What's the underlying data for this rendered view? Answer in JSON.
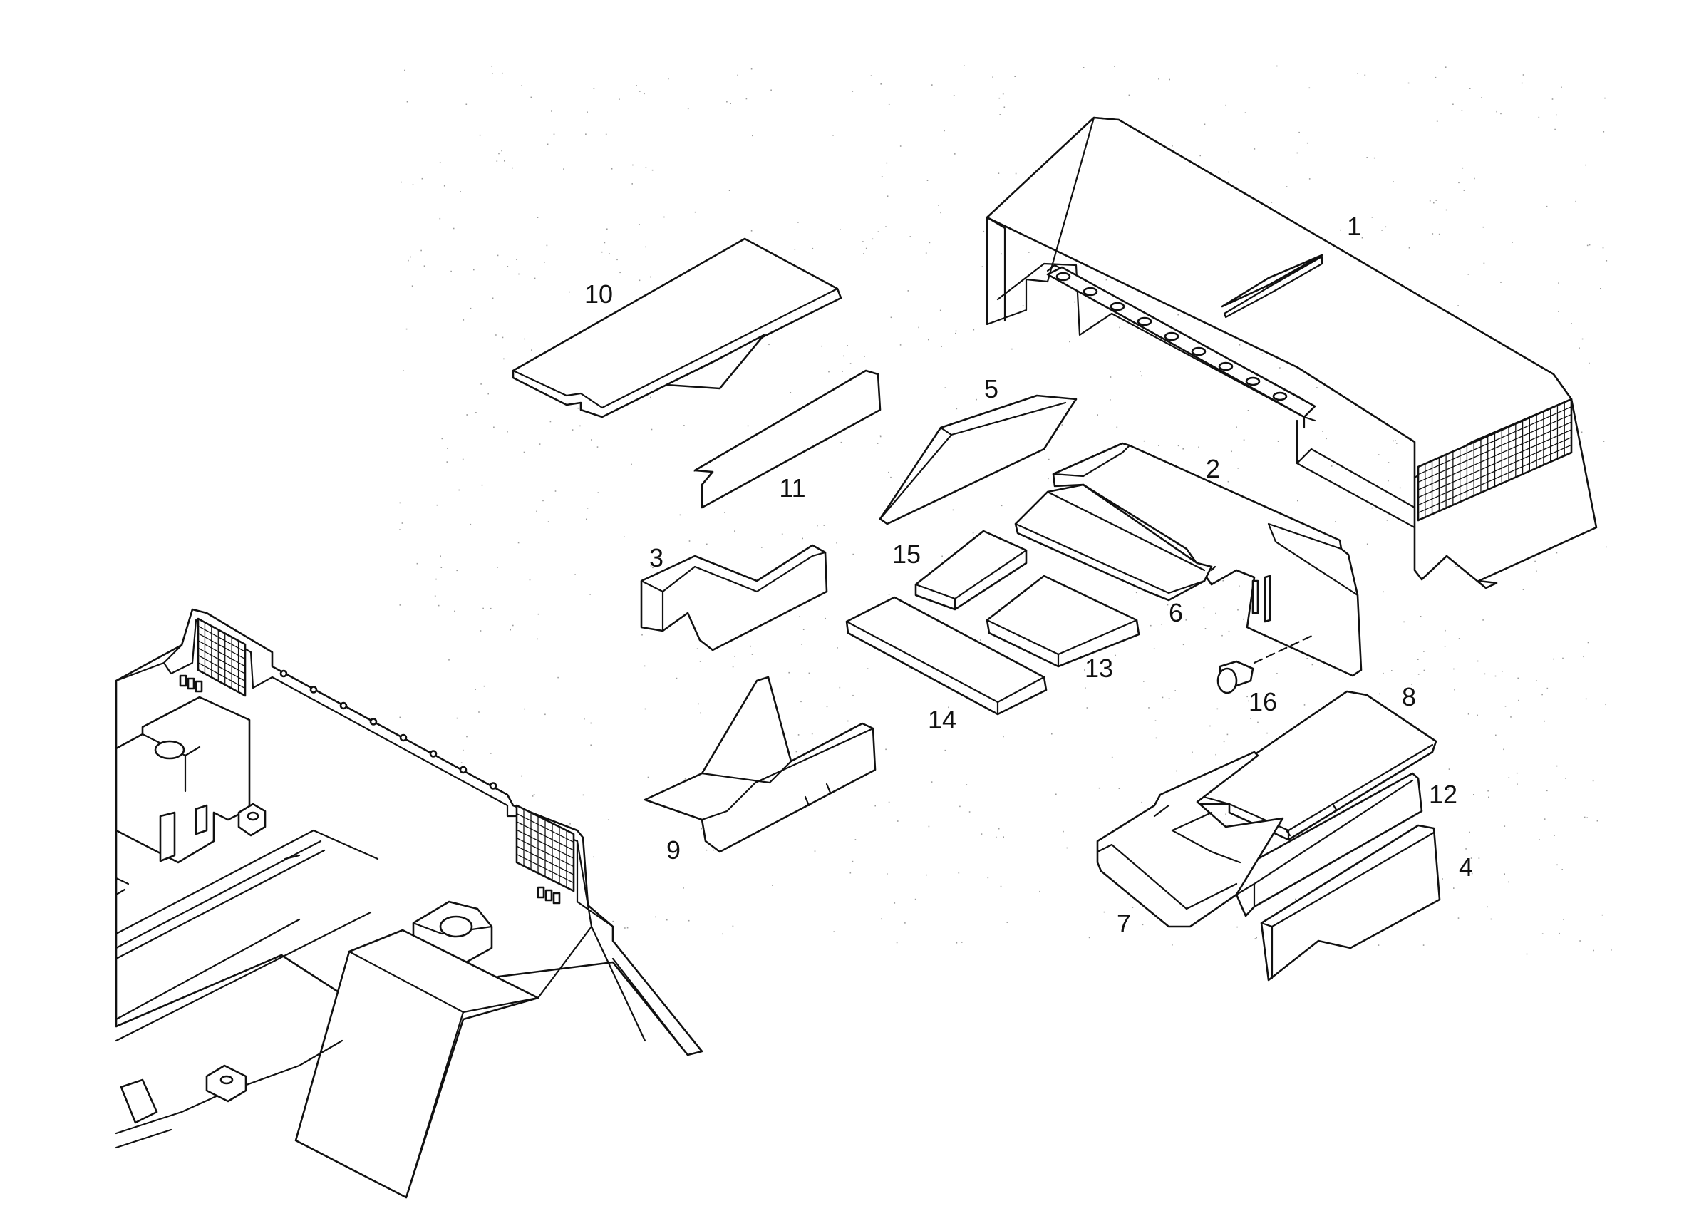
{
  "diagram": {
    "callouts": [
      "1",
      "2",
      "3",
      "4",
      "5",
      "6",
      "7",
      "8",
      "9",
      "10",
      "11",
      "12",
      "13",
      "14",
      "15",
      "16"
    ]
  },
  "colors": {
    "line": "#111111",
    "background": "#ffffff"
  }
}
